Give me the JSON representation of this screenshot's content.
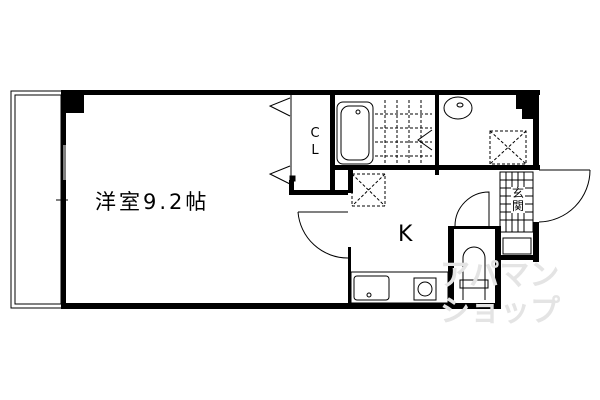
{
  "floorplan": {
    "rooms": [
      {
        "id": "western-room",
        "label": "洋室9.2帖",
        "type": "Western-style room",
        "size_jo": 9.2
      },
      {
        "id": "kitchen",
        "label": "K",
        "type": "Kitchen"
      },
      {
        "id": "closet",
        "label": "CL",
        "type": "Closet"
      },
      {
        "id": "entrance",
        "label": "玄関",
        "type": "Entrance"
      },
      {
        "id": "bathroom",
        "label": "",
        "type": "Bath"
      },
      {
        "id": "washroom",
        "label": "",
        "type": "Washroom"
      },
      {
        "id": "toilet",
        "label": "",
        "type": "Toilet"
      },
      {
        "id": "balcony",
        "label": "",
        "type": "Balcony"
      }
    ],
    "labels": {
      "room": "洋室9.2帖",
      "kitchen": "K",
      "closet_c": "C",
      "closet_l": "L",
      "entrance_1": "玄",
      "entrance_2": "関"
    },
    "watermark": {
      "line1": "アパマン",
      "line2": "ショップ"
    },
    "colors": {
      "wall": "#000000",
      "background": "#ffffff",
      "watermark": "#e4e4e4"
    }
  }
}
